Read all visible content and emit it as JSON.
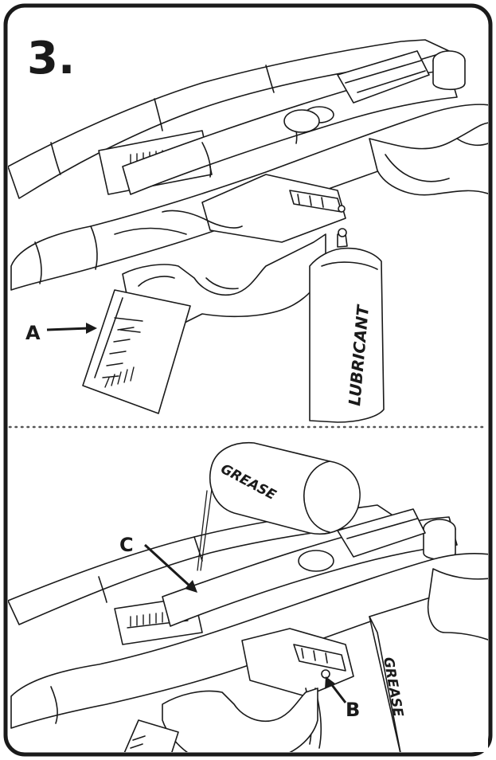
{
  "step": {
    "number": "3."
  },
  "callouts": {
    "a": "A",
    "b": "B",
    "c": "C"
  },
  "containers": {
    "lubricant_label": "LUBRICANT",
    "grease_tube_label": "GREASE",
    "grease_box_label": "GREASE"
  },
  "colors": {
    "ink": "#1a1a1a",
    "paper": "#ffffff",
    "divider": "#555555"
  }
}
